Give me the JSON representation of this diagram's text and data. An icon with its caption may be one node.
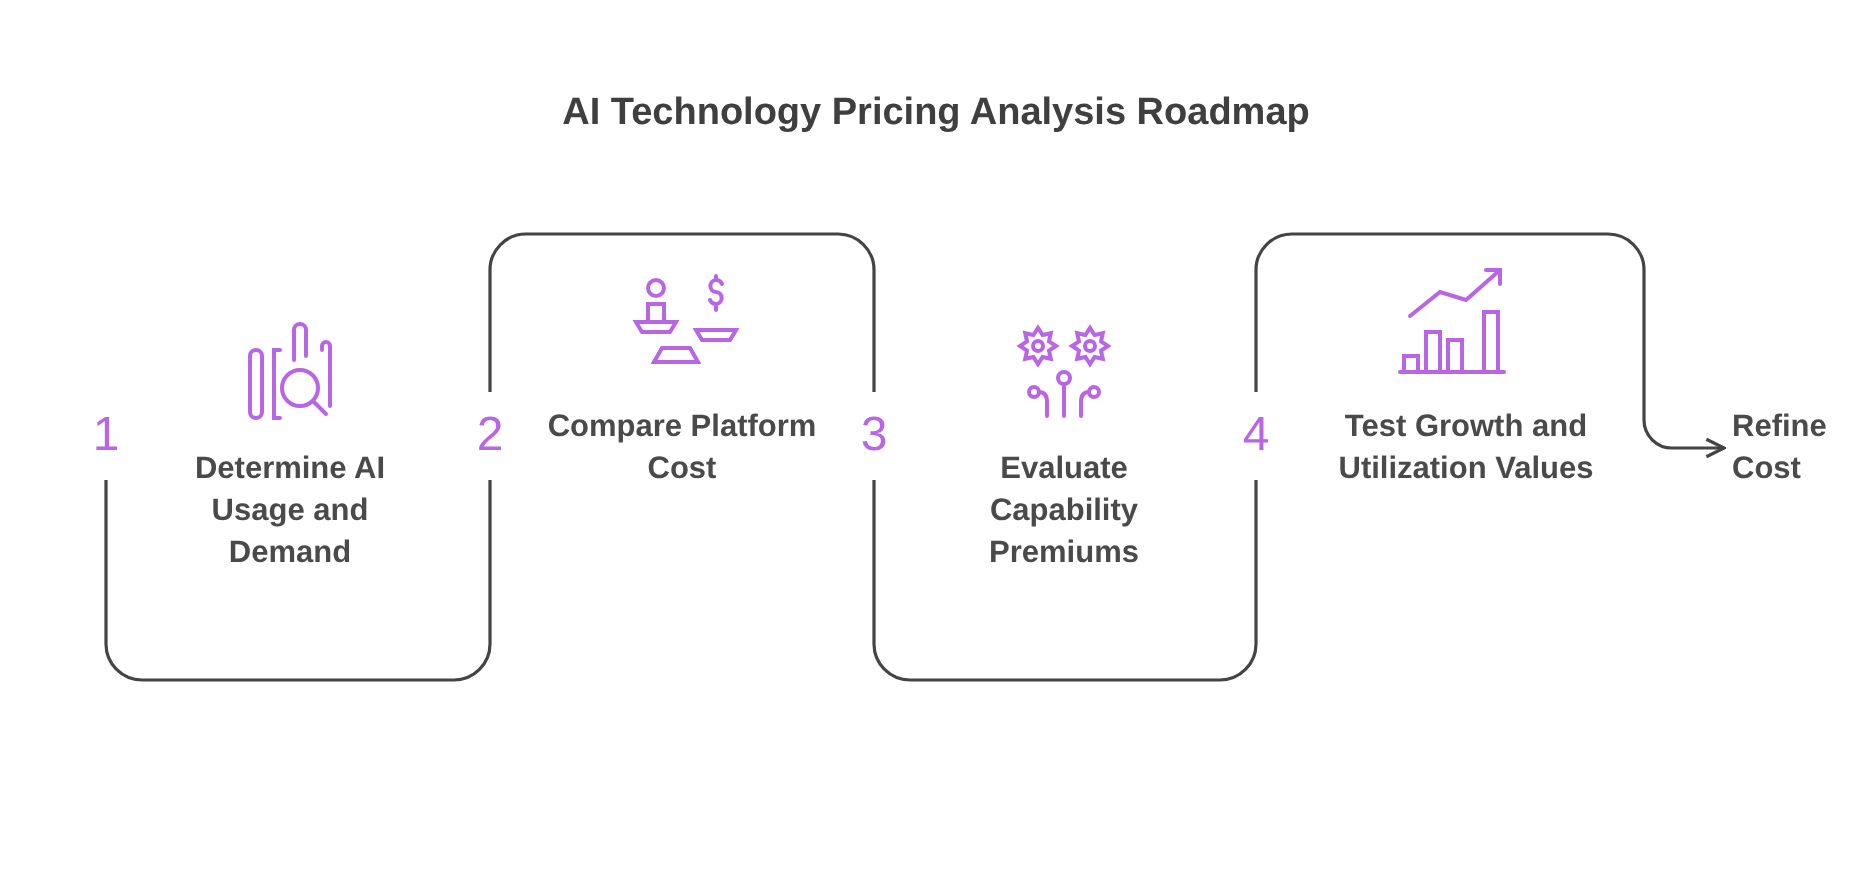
{
  "diagram": {
    "title": "AI Technology Pricing Analysis Roadmap",
    "nodes": [
      {
        "text": [
          "1"
        ],
        "beside": [
          "Determine AI Usage and Demand"
        ]
      },
      {
        "text": [
          "2"
        ],
        "beside": [
          "Compare Platform Cost"
        ]
      },
      {
        "text": [
          "3"
        ],
        "beside": [
          "Evaluate Capability Premiums"
        ]
      },
      {
        "text": [
          "4"
        ],
        "beside": [
          "Test Growth and Utilization Values"
        ]
      },
      {
        "text": [
          "Refine Cost"
        ]
      }
    ],
    "edges": [
      {
        "from": 0,
        "to": 1,
        "arrow": "none"
      },
      {
        "from": 1,
        "to": 2,
        "arrow": "none"
      },
      {
        "from": 2,
        "to": 3,
        "arrow": "none"
      },
      {
        "from": 3,
        "to": 4,
        "arrow": "to"
      }
    ]
  }
}
